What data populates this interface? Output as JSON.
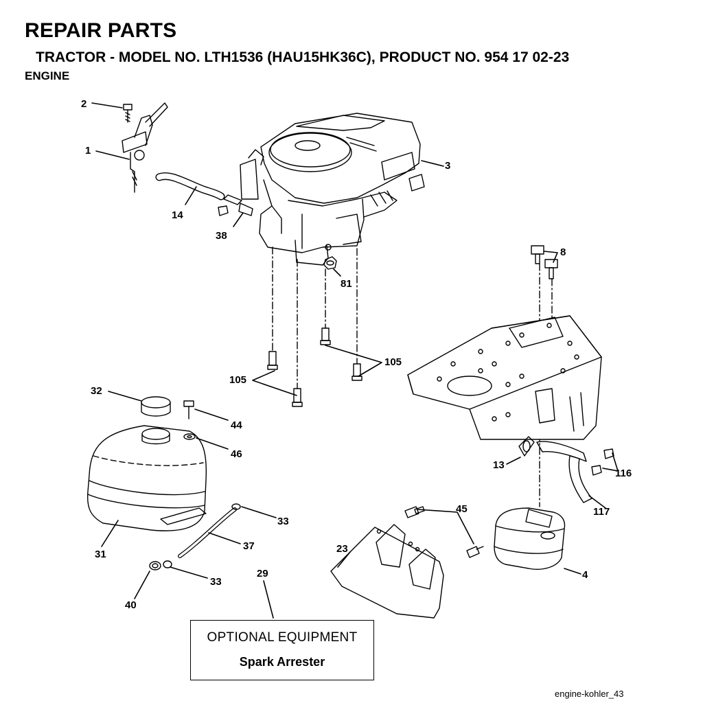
{
  "header": {
    "title": "REPAIR PARTS",
    "subtitle": "TRACTOR - MODEL NO. LTH1536 (HAU15HK36C), PRODUCT NO. 954 17 02-23",
    "section": "ENGINE"
  },
  "callouts": {
    "c1": "1",
    "c2": "2",
    "c3": "3",
    "c4": "4",
    "c8": "8",
    "c13": "13",
    "c14": "14",
    "c23": "23",
    "c29": "29",
    "c31": "31",
    "c32": "32",
    "c33a": "33",
    "c33b": "33",
    "c37": "37",
    "c38": "38",
    "c40": "40",
    "c44": "44",
    "c45": "45",
    "c46": "46",
    "c81": "81",
    "c105a": "105",
    "c105b": "105",
    "c116": "116",
    "c117": "117"
  },
  "optional_box": {
    "title": "OPTIONAL EQUIPMENT",
    "item": "Spark Arrester"
  },
  "image_ref": "engine-kohler_43"
}
